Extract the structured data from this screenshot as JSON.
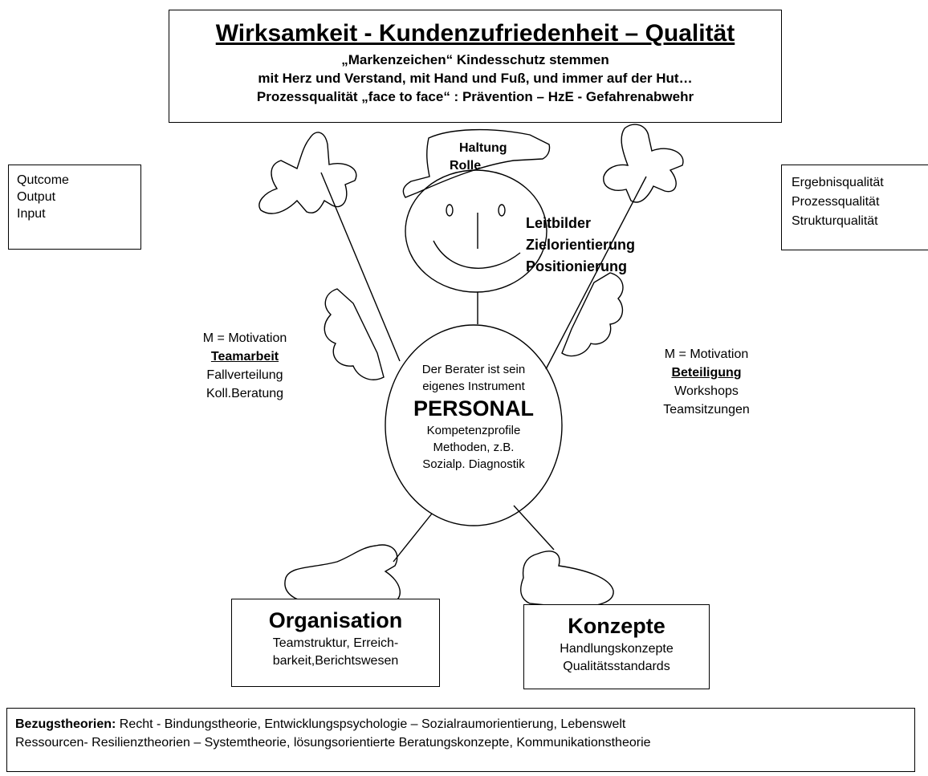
{
  "top_box": {
    "title": "Wirksamkeit - Kundenzufriedenheit – Qualität",
    "line1": "„Markenzeichen“ Kindesschutz stemmen",
    "line2": "mit Herz und Verstand, mit Hand und Fuß, und immer auf der Hut…",
    "line3": "Prozessqualität „face to face“ : Prävention – HzE - Gefahrenabwehr"
  },
  "left_box": {
    "items": [
      "Qutcome",
      "Output",
      "Input"
    ]
  },
  "right_box": {
    "items": [
      "Ergebnisqualität",
      "Prozessqualität",
      "Strukturqualität"
    ]
  },
  "hat": {
    "line1": "Haltung",
    "line2": "Rolle"
  },
  "face_text": {
    "items": [
      "Leitbilder",
      "Zielorientierung",
      "Positionierung"
    ]
  },
  "left_motivation": {
    "motivation": "M = Motivation",
    "heading": "Teamarbeit",
    "items": [
      "Fallverteilung",
      "Koll.Beratung"
    ]
  },
  "right_motivation": {
    "motivation": "M = Motivation",
    "heading": "Beteiligung",
    "items": [
      "Workshops",
      "Teamsitzungen"
    ]
  },
  "body_text": {
    "line1": "Der Berater ist sein",
    "line2": "eigenes Instrument",
    "title": "PERSONAL",
    "items": [
      "Kompetenzprofile",
      "Methoden, z.B.",
      "Sozialp. Diagnostik"
    ]
  },
  "organisation": {
    "title": "Organisation",
    "line1": "Teamstruktur, Erreich-",
    "line2": "barkeit,Berichtswesen"
  },
  "konzepte": {
    "title": "Konzepte",
    "line1": "Handlungskonzepte",
    "line2": "Qualitätsstandards"
  },
  "bottom_box": {
    "label": "Bezugstheorien:",
    "line1_rest": " Recht - Bindungstheorie, Entwicklungspsychologie – Sozialraumorientierung, Lebenswelt",
    "line2": "Ressourcen- Resilienztheorien – Systemtheorie, lösungsorientierte Beratungskonzepte, Kommunikationstheorie"
  }
}
